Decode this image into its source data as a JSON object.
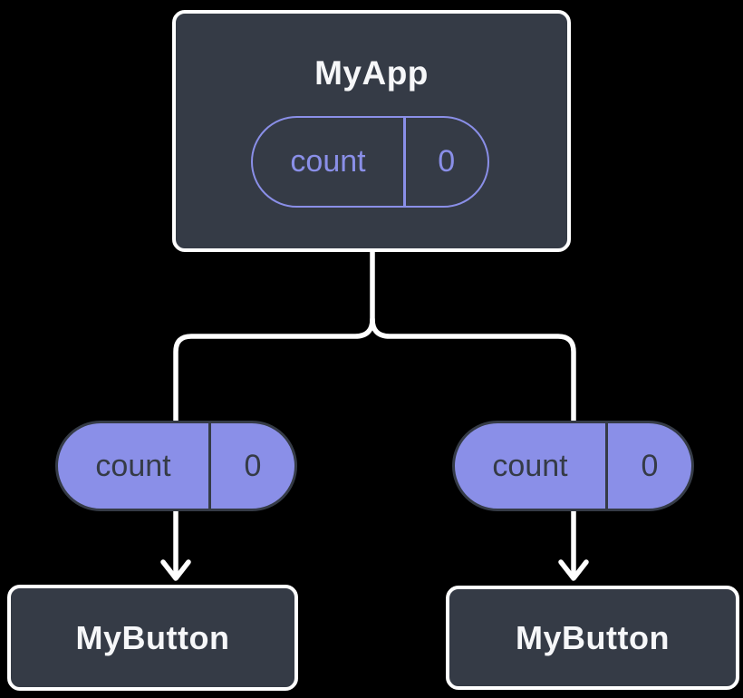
{
  "colors": {
    "background": "#000000",
    "node_fill": "#353b46",
    "node_border": "#ffffff",
    "accent_purple": "#8a8fe8",
    "pill_text_dark": "#353b46",
    "connector": "#ffffff"
  },
  "diagram": {
    "root": {
      "label": "MyApp",
      "state_pill": {
        "name": "count",
        "value": "0"
      }
    },
    "prop_pills": [
      {
        "name": "count",
        "value": "0"
      },
      {
        "name": "count",
        "value": "0"
      }
    ],
    "children": [
      {
        "label": "MyButton"
      },
      {
        "label": "MyButton"
      }
    ]
  }
}
